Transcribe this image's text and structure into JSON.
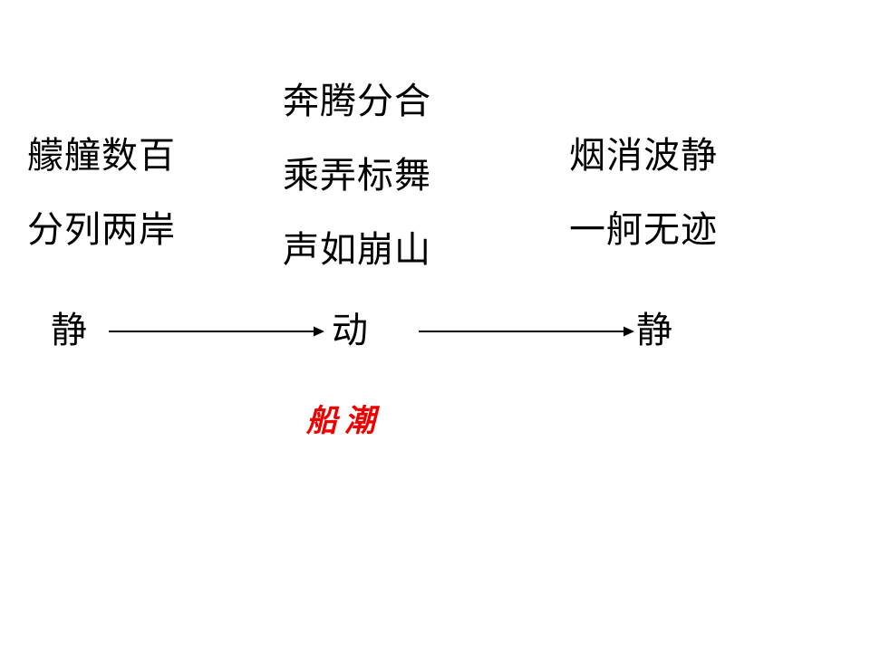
{
  "slide": {
    "background_color": "#ffffff",
    "text_color": "#000000",
    "accent_color": "#ee0000"
  },
  "columns": {
    "left": {
      "lines": [
        "艨艟数百",
        "分列两岸"
      ]
    },
    "middle": {
      "lines": [
        "奔腾分合",
        "乘弄标舞",
        "声如崩山"
      ]
    },
    "right": {
      "lines": [
        "烟消波静",
        "一舸无迹"
      ]
    }
  },
  "flow": {
    "stages": [
      {
        "label": "静"
      },
      {
        "label": "动"
      },
      {
        "label": "静"
      }
    ],
    "arrows": [
      {
        "name": "arrow-right-icon",
        "length": 232
      },
      {
        "name": "arrow-right-icon",
        "length": 232
      }
    ]
  },
  "caption": {
    "text": "船潮",
    "color": "#ee0000"
  }
}
